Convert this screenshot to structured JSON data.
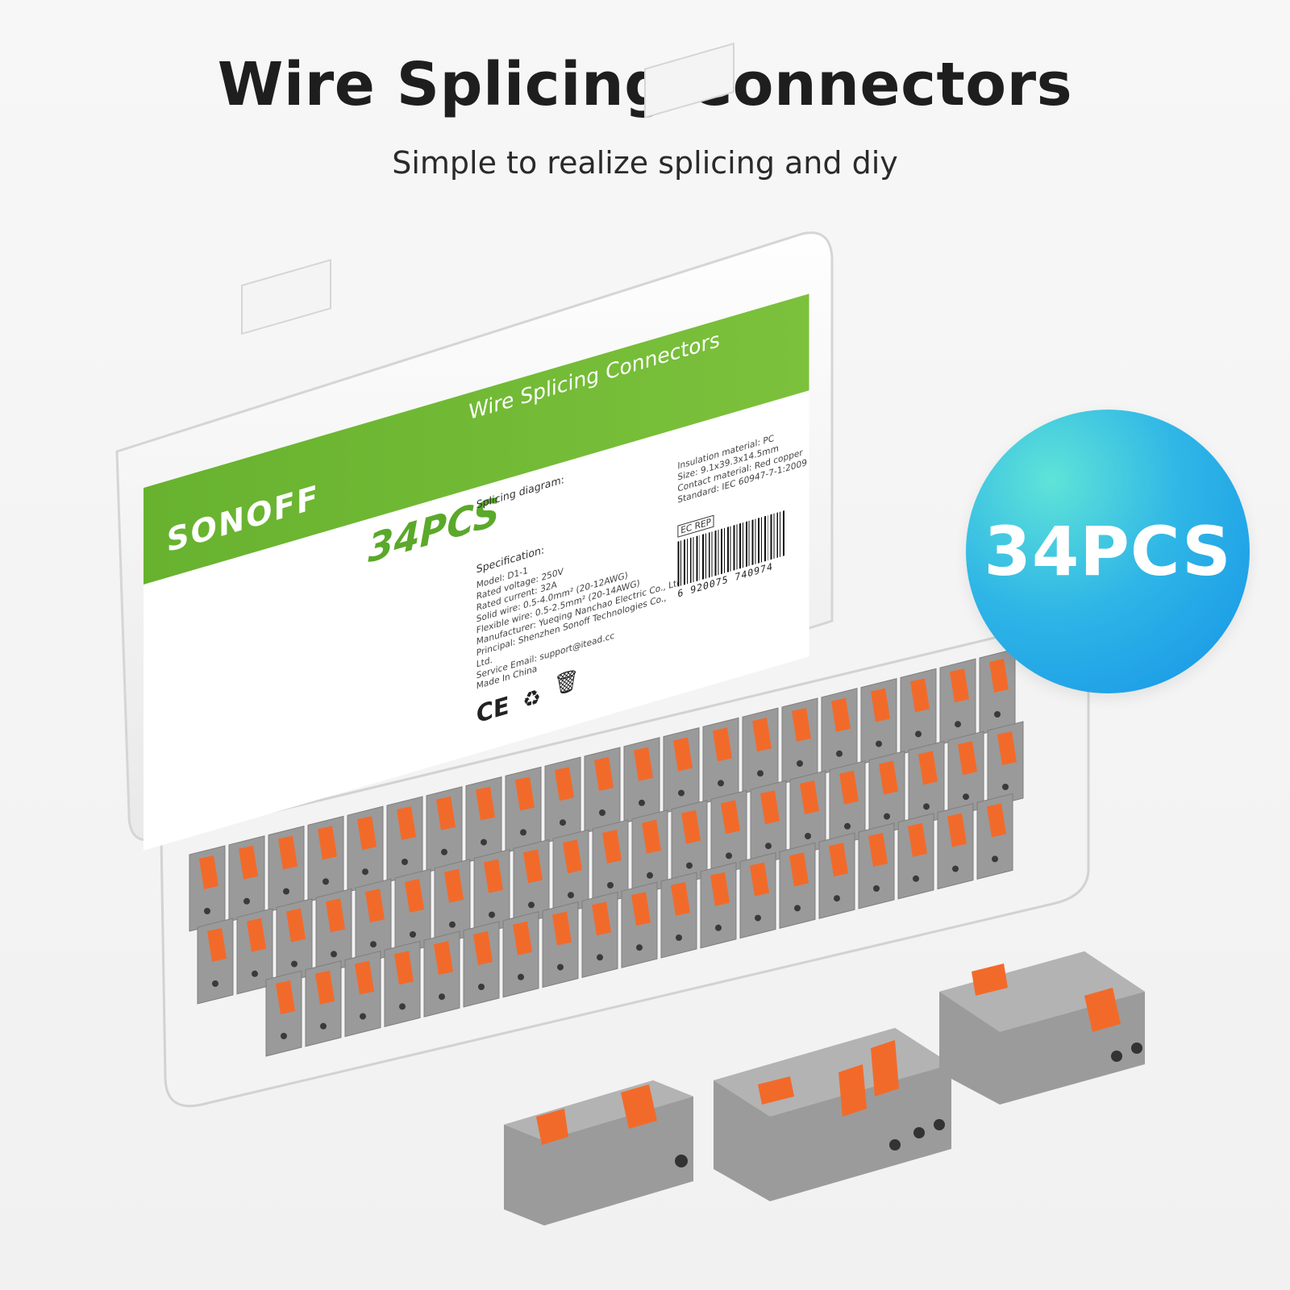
{
  "headline": "Wire Splicing Connectors",
  "subheadline": "Simple to realize splicing and diy",
  "badge": {
    "text": "34PCS"
  },
  "card": {
    "brand": "SONOFF",
    "title": "Wire Splicing Connectors",
    "count": "34PCS",
    "diagram_label": "Splicing diagram:",
    "spec_label": "Specification:",
    "spec_lines": [
      "Model: D1-1",
      "Rated voltage: 250V",
      "Rated current: 32A",
      "Solid wire: 0.5-4.0mm² (20-12AWG)",
      "Flexible wire: 0.5-2.5mm² (20-14AWG)",
      "Manufacturer: Yueqing Nanchao Electric Co., Ltd.",
      "Principal: Shenzhen Sonoff Technologies Co., Ltd.",
      "Service Email: support@itead.cc"
    ],
    "material_lines": [
      "Insulation material: PC",
      "Size: 9.1x39.3x14.5mm",
      "Contact material: Red copper",
      "Standard: IEC 60947-7-1:2009"
    ],
    "made_in": "Made In China",
    "barcode_number": "6 920075 740974",
    "ce_mark": "CE",
    "rep_label": "EC REP"
  },
  "colors": {
    "brand_green": "#6bb531",
    "connector_gray": "#9a9a9a",
    "lever_orange": "#f26a2a",
    "badge_cyan": "#3cc6e0",
    "badge_blue": "#1593e8"
  },
  "icons": [
    "recycle-icon",
    "weee-bin-icon",
    "ce-mark-icon",
    "wifi-icon"
  ]
}
